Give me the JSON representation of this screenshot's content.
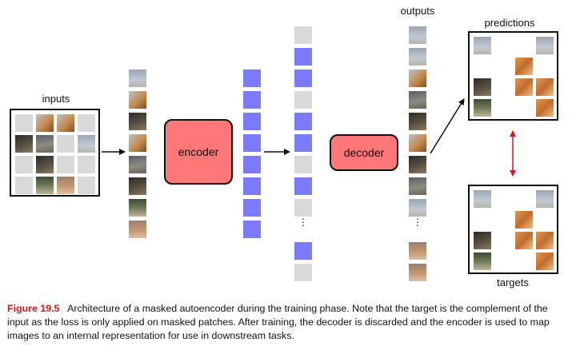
{
  "labels": {
    "inputs": "inputs",
    "outputs": "outputs",
    "predictions": "predictions",
    "targets": "targets",
    "encoder": "encoder",
    "decoder": "decoder",
    "ellipsis": "⋮"
  },
  "caption": {
    "figure_label": "Figure 19.5",
    "text": "Architecture of a masked autoencoder during the training phase. Note that the target is the complement of the input as the loss is only applied on masked patches. After training, the decoder is discarded and the encoder is used to map images to an internal representation for use in downstream tasks."
  },
  "colors": {
    "block_fill": "#ff7777",
    "token_blue": "#7a7aff",
    "mask_grey": "#d9d9d9",
    "arrow_black": "#111111",
    "arrow_red": "#e0102a",
    "figure_label_red": "#d11a1a"
  }
}
